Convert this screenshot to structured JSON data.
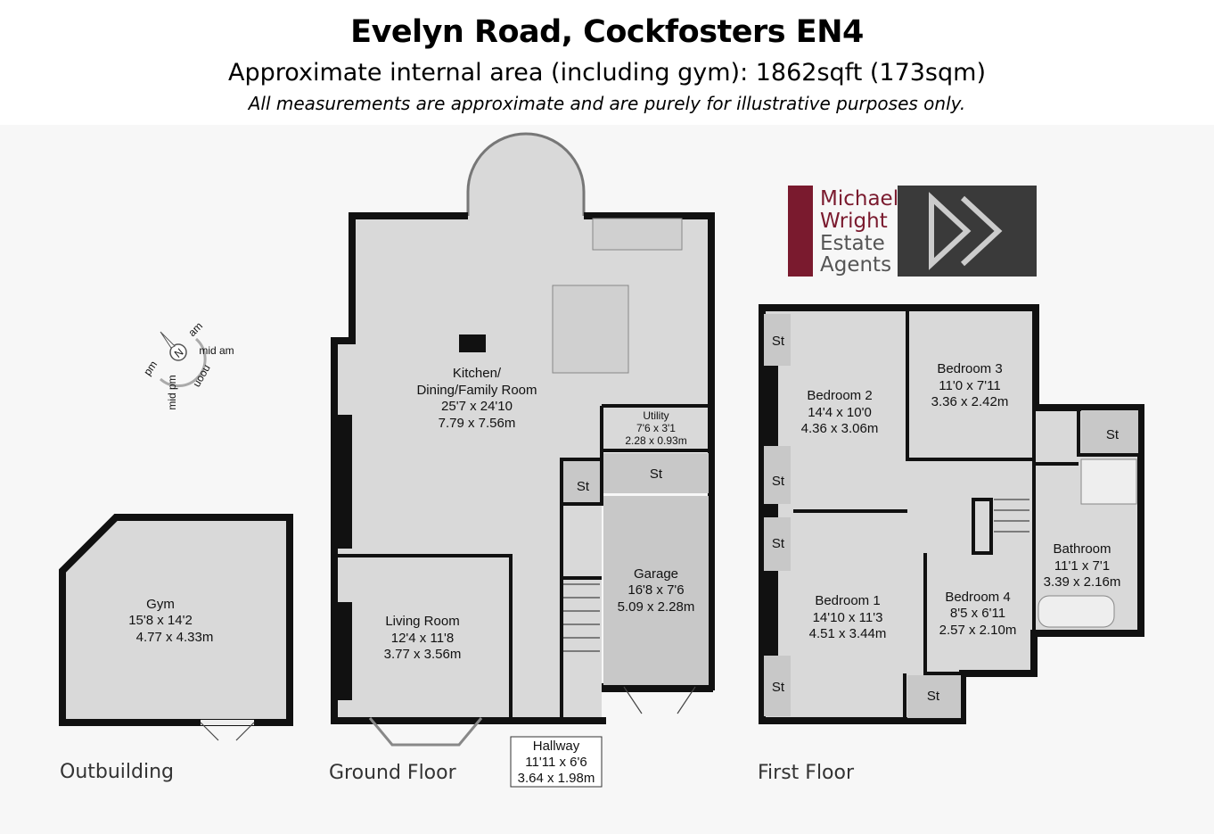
{
  "header": {
    "title": "Evelyn Road, Cockfosters EN4",
    "subtitle": "Approximate internal area (including gym): 1862sqft (173sqm)",
    "disclaimer": "All measurements are approximate and are purely for illustrative purposes only."
  },
  "compass": {
    "north": "N",
    "labels": [
      "am",
      "mid am",
      "noon",
      "mid pm",
      "pm"
    ]
  },
  "logo": {
    "line1": "Michael",
    "line2": "Wright",
    "line3": "Estate",
    "line4": "Agents",
    "brand_color": "#7a1a2e",
    "box_color": "#3a3a3a"
  },
  "floors": {
    "outbuilding": {
      "label": "Outbuilding",
      "rooms": [
        {
          "name": "Gym",
          "imperial": "15'8 x 14'2",
          "metric": "4.77 x 4.33m"
        }
      ]
    },
    "ground": {
      "label": "Ground Floor",
      "rooms": [
        {
          "name": "Kitchen/",
          "name2": "Dining/Family Room",
          "imperial": "25'7 x 24'10",
          "metric": "7.79 x 7.56m"
        },
        {
          "name": "Utility",
          "imperial": "7'6 x 3'1",
          "metric": "2.28 x 0.93m"
        },
        {
          "name": "Garage",
          "imperial": "16'8 x 7'6",
          "metric": "5.09 x 2.28m"
        },
        {
          "name": "Living Room",
          "imperial": "12'4 x 11'8",
          "metric": "3.77 x 3.56m"
        },
        {
          "name": "Hallway",
          "imperial": "11'11 x 6'6",
          "metric": "3.64 x 1.98m"
        }
      ],
      "storage": "St"
    },
    "first": {
      "label": "First Floor",
      "rooms": [
        {
          "name": "Bedroom 2",
          "imperial": "14'4 x 10'0",
          "metric": "4.36 x 3.06m"
        },
        {
          "name": "Bedroom 3",
          "imperial": "11'0 x 7'11",
          "metric": "3.36 x 2.42m"
        },
        {
          "name": "Bedroom 1",
          "imperial": "14'10 x 11'3",
          "metric": "4.51 x 3.44m"
        },
        {
          "name": "Bedroom 4",
          "imperial": "8'5 x 6'11",
          "metric": "2.57 x 2.10m"
        },
        {
          "name": "Bathroom",
          "imperial": "11'1 x 7'1",
          "metric": "3.39 x 2.16m"
        }
      ],
      "storage": "St"
    }
  }
}
